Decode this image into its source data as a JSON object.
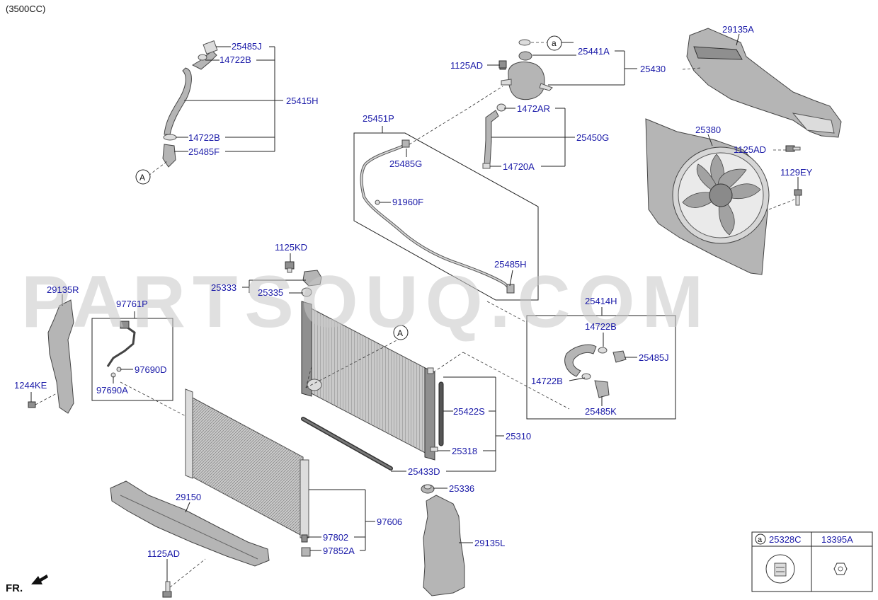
{
  "engine": "(3500CC)",
  "watermark": "PARTSOUQ.COM",
  "front_label": "FR.",
  "callout_a": "a",
  "callout_A": "A",
  "labels": {
    "p25485J": "25485J",
    "p14722B_top": "14722B",
    "p25415H": "25415H",
    "p14722B_mid": "14722B",
    "p25485F": "25485F",
    "p25441A": "25441A",
    "p1125AD_tank": "1125AD",
    "p25430": "25430",
    "p1472AR": "1472AR",
    "p25450G": "25450G",
    "p14720A": "14720A",
    "p25451P": "25451P",
    "p25485G": "25485G",
    "p91960F": "91960F",
    "p25485H": "25485H",
    "p29135A": "29135A",
    "p25380": "25380",
    "p1125AD_fan": "1125AD",
    "p1129EY": "1129EY",
    "p1125KD": "1125KD",
    "p25333": "25333",
    "p25335": "25335",
    "p29135R": "29135R",
    "p97761P": "97761P",
    "p97690D": "97690D",
    "p97690A": "97690A",
    "p1244KE": "1244KE",
    "p25414H": "25414H",
    "p14722B_r1": "14722B",
    "p25485J_r": "25485J",
    "p14722B_r2": "14722B",
    "p25485K": "25485K",
    "p25422S": "25422S",
    "p25310": "25310",
    "p25318": "25318",
    "p25433D": "25433D",
    "p25336": "25336",
    "p29150": "29150",
    "p97606": "97606",
    "p97802": "97802",
    "p97852A": "97852A",
    "p1125AD_bot": "1125AD",
    "p29135L": "29135L"
  },
  "legend": {
    "col1": "25328C",
    "col2": "13395A",
    "marker": "a"
  }
}
